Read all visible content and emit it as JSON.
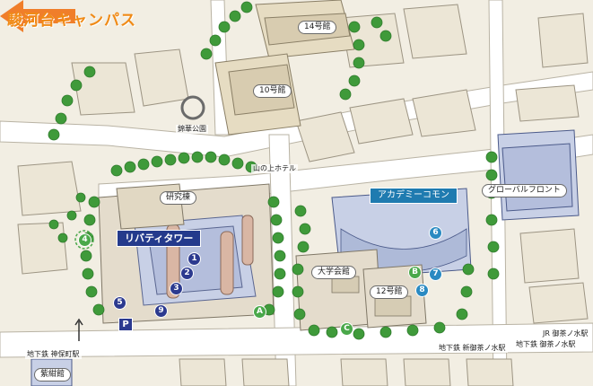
{
  "map": {
    "title": "駿河台キャンパス",
    "labels": {
      "bldg14": "14号館",
      "bldg10": "10号館",
      "park": "錦華公園",
      "hotel": "山の上ホテル",
      "research": "研究棟",
      "liberty": "リバティタワー",
      "academy": "アカデミーコモン",
      "global": "グローバルフロント",
      "hall": "大学会館",
      "bldg12": "12号館",
      "jr": "JR 御茶ノ水駅",
      "subway_ocha": "地下鉄 御茶ノ水駅",
      "subway_shin": "地下鉄 新御茶ノ水駅",
      "subway_jimbo": "地下鉄 神保町駅",
      "museum": "紫紺館"
    },
    "markers": {
      "m1": "1",
      "m2": "2",
      "m3": "3",
      "m4": "4",
      "m5": "5",
      "m6": "6",
      "m7": "7",
      "m8": "8",
      "m9": "9",
      "mA": "A",
      "mB": "B",
      "mC": "C"
    },
    "parking": "P",
    "colors": {
      "accent_orange": "#f08a16",
      "navy": "#2c3a8f",
      "teal": "#2a8ac2",
      "green_marker": "#4aa84a",
      "tree": "#3f9a3a",
      "road": "#ffffff",
      "building": "#e8e2d2",
      "highlight_building": "#c8d0e6"
    }
  }
}
